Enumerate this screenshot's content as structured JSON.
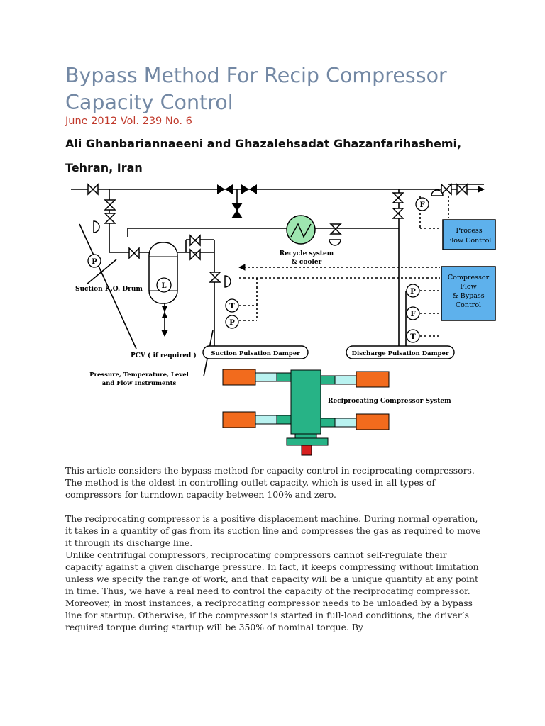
{
  "article": {
    "title": "Bypass Method For Recip Compressor Capacity Control",
    "issue": "June 2012 Vol. 239 No. 6",
    "authors_line1": "Ali Ghanbariannaeeni and Ghazalehsadat Ghazanfarihashemi,",
    "authors_line2": "Tehran, Iran"
  },
  "diagram": {
    "process_flow_control": [
      "Process",
      "Flow Control"
    ],
    "compressor_control": [
      "Compressor",
      "Flow",
      "& Bypass",
      "Control"
    ],
    "recycle": [
      "Recycle system",
      "& cooler"
    ],
    "suction_drum": "Suction K.O. Drum",
    "pcv": "PCV ( if required )",
    "instruments": [
      "Pressure, Temperature, Level",
      "and Flow Instruments"
    ],
    "suction_damper": "Suction Pulsation Damper",
    "discharge_damper": "Discharge Pulsation Damper",
    "compressor_system": "Reciprocating Compressor System",
    "tag_p": "P",
    "tag_t": "T",
    "tag_f": "F",
    "tag_l": "L",
    "colors": {
      "control_box": "#5eb1ec",
      "cylinder": "#f26b1d",
      "body": "#27b386",
      "rod": "#b9f2f0",
      "pin": "#d62020"
    }
  },
  "paragraphs": [
    "This article considers the bypass method for capacity control in reciprocating compressors. The method is the oldest in controlling outlet capacity, which is used in all types of compressors for turndown capacity between 100% and zero.",
    "The reciprocating compressor is a positive displacement machine. During normal operation, it takes in a quantity of gas from its suction line and compresses the gas as required to move it through its discharge line.",
    "Unlike centrifugal compressors, reciprocating compressors cannot self-regulate their capacity against a given discharge pressure. In fact, it keeps compressing without limitation unless we specify the range of work, and that capacity will be a unique quantity at any point in time. Thus, we have a real need to control the capacity of the reciprocating compressor.",
    "Moreover, in most instances, a reciprocating compressor needs to be unloaded by a bypass line for startup. Otherwise, if the compressor is started in full-load conditions, the driver’s required torque during startup will be 350% of nominal torque. By"
  ]
}
